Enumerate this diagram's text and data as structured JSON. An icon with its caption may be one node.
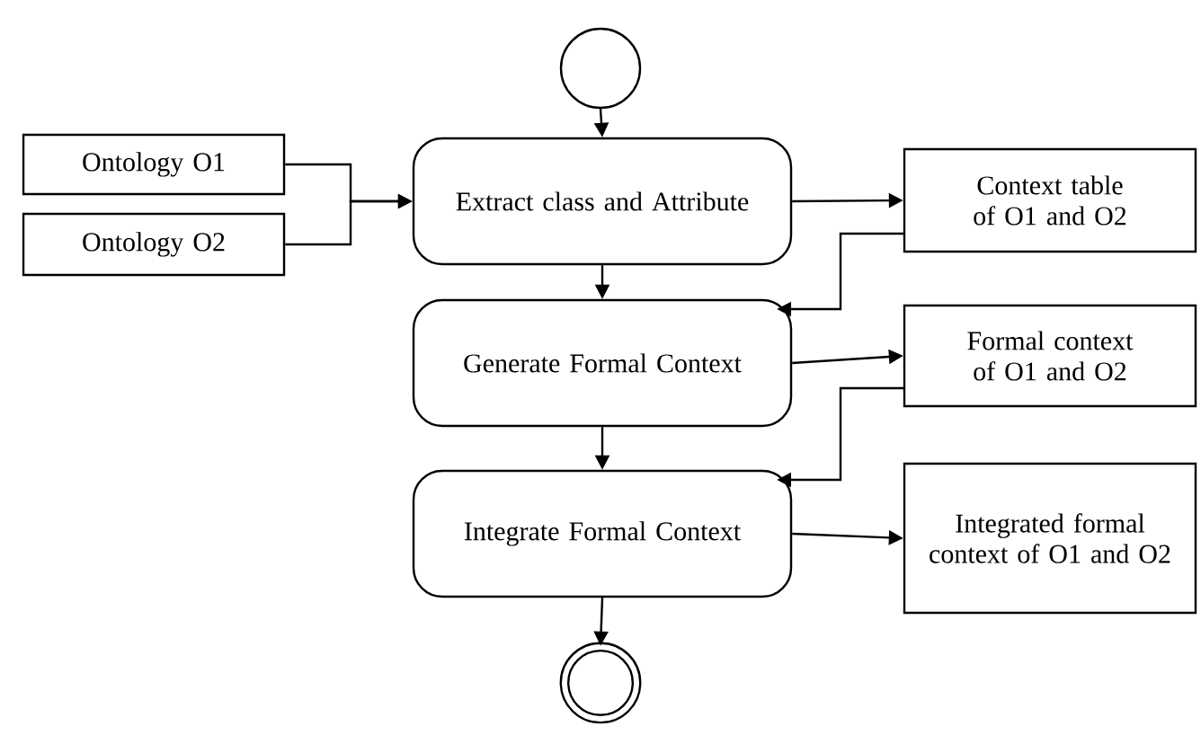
{
  "diagram": {
    "nodes": [
      {
        "text": [],
        "shape": "circle"
      },
      {
        "text": [
          "Ontology O1"
        ]
      },
      {
        "text": [
          "Ontology O2"
        ]
      },
      {
        "text": [
          "Extract class and Attribute"
        ]
      },
      {
        "text": [
          "Context table of O1 and O2"
        ]
      },
      {
        "text": [
          "Generate Formal Context"
        ]
      },
      {
        "text": [
          "Formal context of O1 and O2"
        ]
      },
      {
        "text": [
          "Integrate Formal Context"
        ]
      },
      {
        "text": [
          "Integrated formal context of O1 and O2"
        ]
      },
      {
        "text": [],
        "shape": "bullseye"
      }
    ],
    "edges": [
      {
        "from": 0,
        "to": 3,
        "arrow": "to"
      },
      {
        "from": 1,
        "to": 3,
        "arrow": "to"
      },
      {
        "from": 2,
        "to": 3,
        "arrow": "to"
      },
      {
        "from": 3,
        "to": 4,
        "arrow": "to"
      },
      {
        "from": 3,
        "to": 5,
        "arrow": "to"
      },
      {
        "from": 4,
        "to": 5,
        "arrow": "to"
      },
      {
        "from": 5,
        "to": 6,
        "arrow": "to"
      },
      {
        "from": 5,
        "to": 7,
        "arrow": "to"
      },
      {
        "from": 6,
        "to": 7,
        "arrow": "to"
      },
      {
        "from": 7,
        "to": 8,
        "arrow": "to"
      },
      {
        "from": 7,
        "to": 9,
        "arrow": "to"
      }
    ]
  }
}
